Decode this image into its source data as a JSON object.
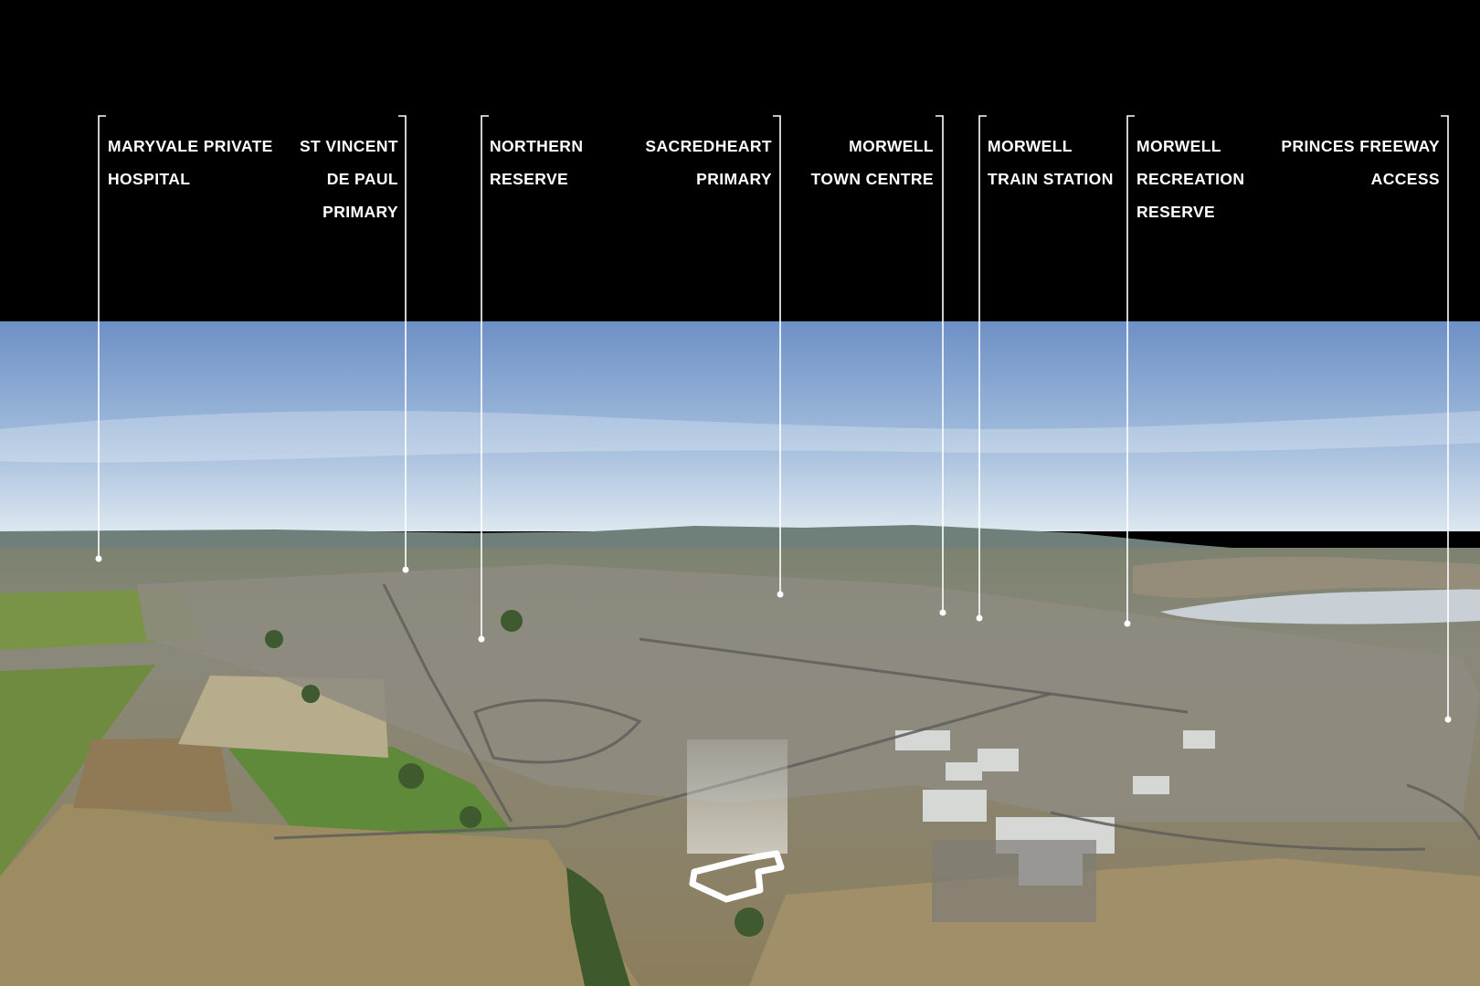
{
  "colors": {
    "top_band": "#000000",
    "sky_top": "#6f93c9",
    "sky_bottom": "#dbe6f0",
    "lake": "#c9d1d6",
    "grass": "#6f8b3f",
    "dry_field": "#9a8a63",
    "town": "#8a877c",
    "callout_line": "#ffffff",
    "outline": "#ffffff"
  },
  "callouts": [
    {
      "id": "maryvale",
      "lines": [
        "MARYVALE PRIVATE",
        "HOSPITAL"
      ]
    },
    {
      "id": "st-vincent",
      "lines": [
        "ST VINCENT",
        "DE PAUL",
        "PRIMARY"
      ]
    },
    {
      "id": "northern-reserve",
      "lines": [
        "NORTHERN",
        "RESERVE"
      ]
    },
    {
      "id": "sacredheart",
      "lines": [
        "SACREDHEART",
        "PRIMARY"
      ]
    },
    {
      "id": "town-centre",
      "lines": [
        "MORWELL",
        "TOWN CENTRE"
      ]
    },
    {
      "id": "train-station",
      "lines": [
        "MORWELL",
        "TRAIN STATION"
      ]
    },
    {
      "id": "recreation-reserve",
      "lines": [
        "MORWELL",
        "RECREATION",
        "RESERVE"
      ]
    },
    {
      "id": "princes-freeway",
      "lines": [
        "PRINCES FREEWAY",
        "ACCESS"
      ]
    }
  ]
}
